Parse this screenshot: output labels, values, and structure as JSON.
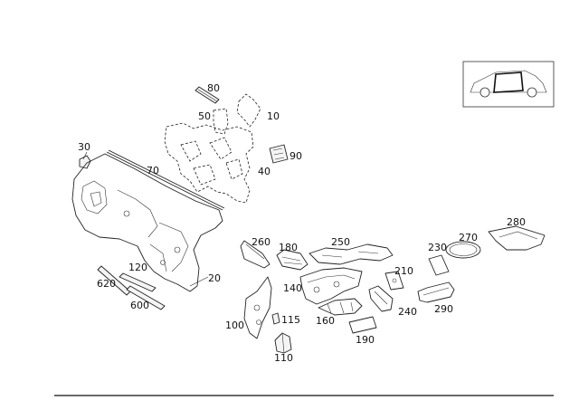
{
  "labels": {
    "p10": "10",
    "p20": "20",
    "p30": "30",
    "p40": "40",
    "p50": "50",
    "p70": "70",
    "p80": "80",
    "p90": "90",
    "p100": "100",
    "p110": "110",
    "p115": "115",
    "p120": "120",
    "p140": "140",
    "p160": "160",
    "p180": "180",
    "p190": "190",
    "p210": "210",
    "p230": "230",
    "p240": "240",
    "p250": "250",
    "p260": "260",
    "p270": "270",
    "p280": "280",
    "p290": "290",
    "p600": "600",
    "p620": "620"
  },
  "icons": {
    "locator": "car-side-view-icon"
  }
}
